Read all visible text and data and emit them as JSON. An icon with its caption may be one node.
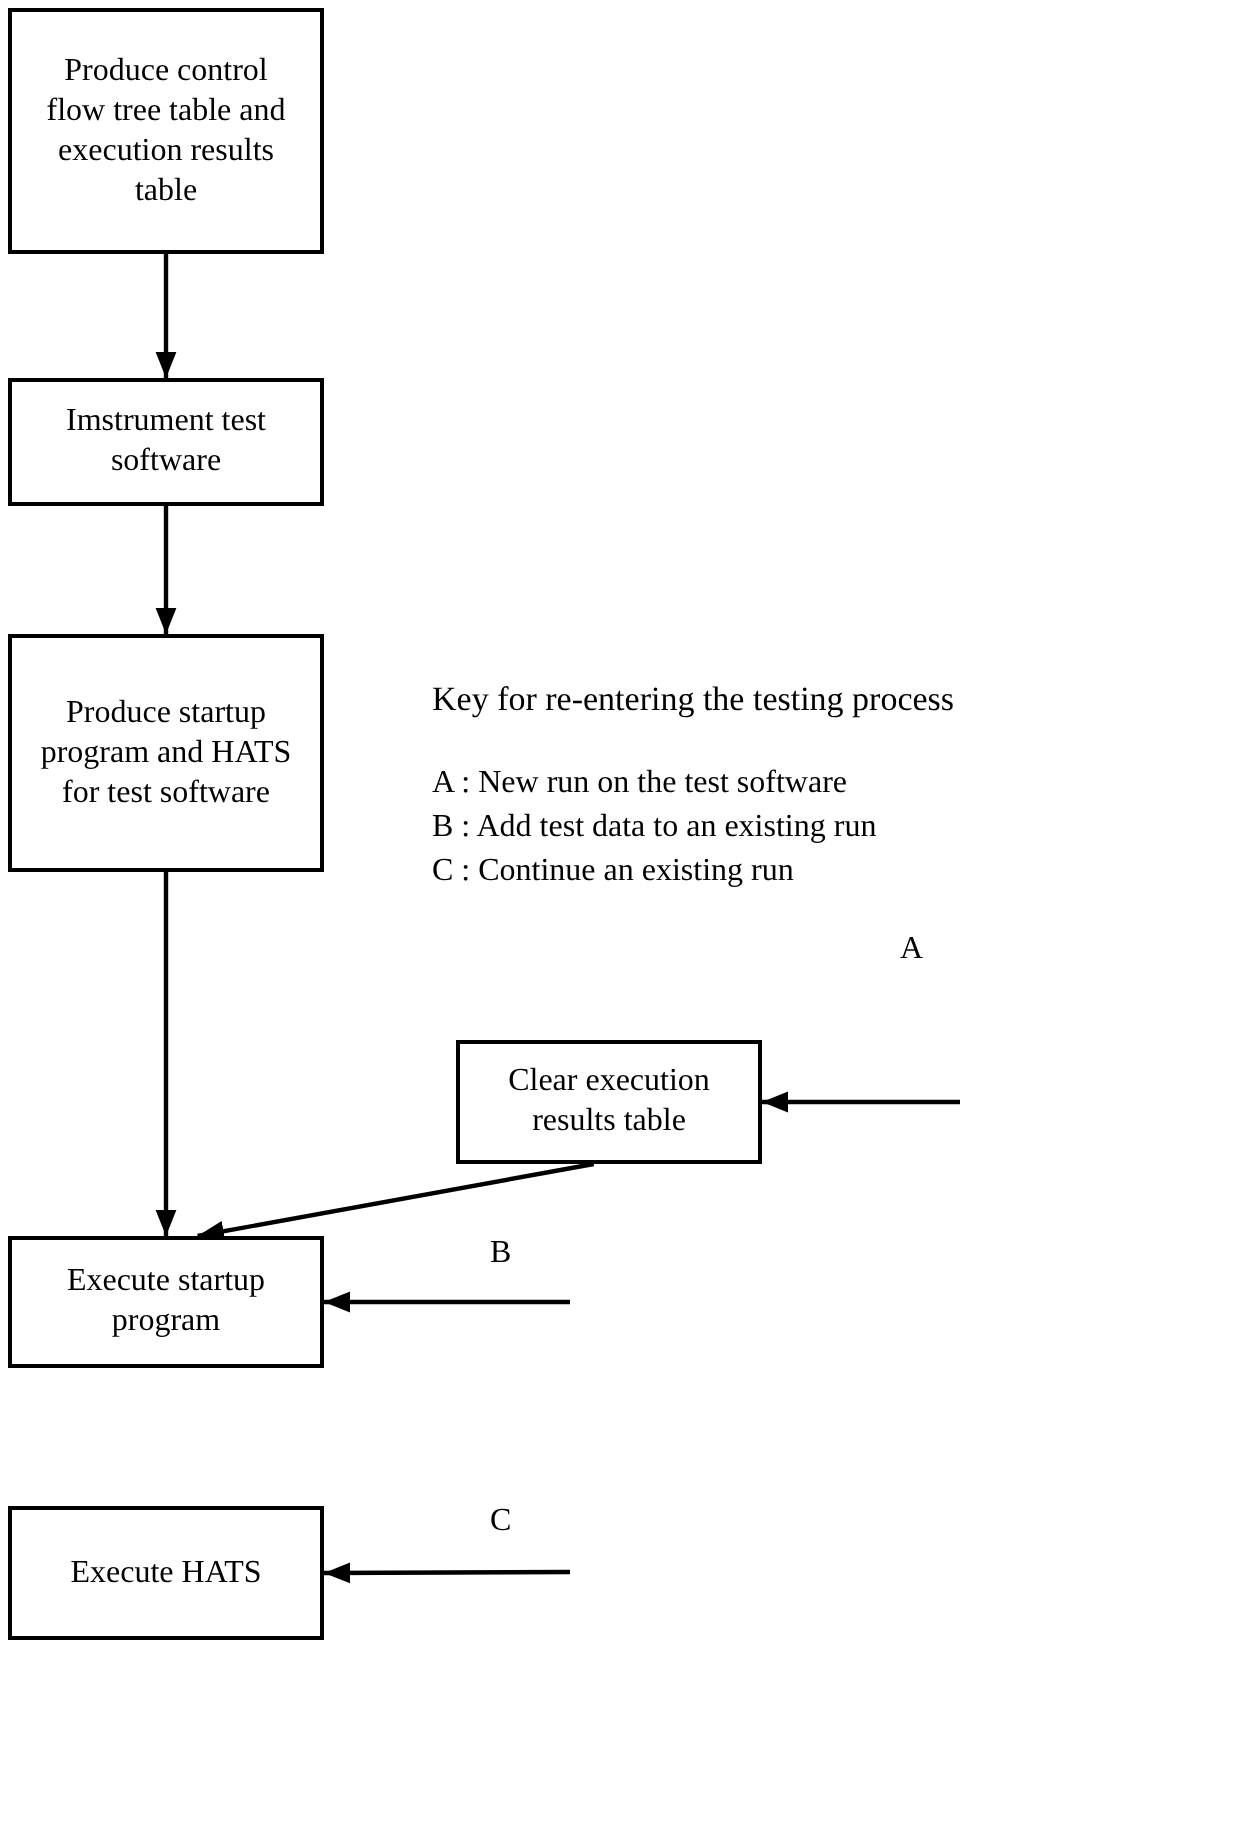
{
  "diagram": {
    "nodes": [
      {
        "text": [
          "Produce control flow tree table and execution results table"
        ]
      },
      {
        "text": [
          "Imstrument test software"
        ]
      },
      {
        "text": [
          "Produce startup program and HATS for test software"
        ]
      },
      {
        "text": [
          "Clear execution results table"
        ]
      },
      {
        "text": [
          "Execute startup program"
        ]
      },
      {
        "text": [
          "Execute HATS"
        ]
      }
    ],
    "edges": [
      {
        "from": 0,
        "to": 1,
        "arrow": "to"
      },
      {
        "from": 1,
        "to": 2,
        "arrow": "to"
      },
      {
        "from": 2,
        "to": 4,
        "arrow": "to"
      },
      {
        "from": 3,
        "to": 4,
        "arrow": "to"
      },
      {
        "from": null,
        "to": 3,
        "arrow": "to"
      },
      {
        "from": null,
        "to": 4,
        "arrow": "to"
      },
      {
        "from": null,
        "to": 5,
        "arrow": "to"
      }
    ],
    "labels": [
      "Key for re-entering the testing process",
      "A : New run on the test software",
      "B : Add test data to an existing run",
      "C : Continue an existing run",
      "A",
      "B",
      "C"
    ]
  }
}
